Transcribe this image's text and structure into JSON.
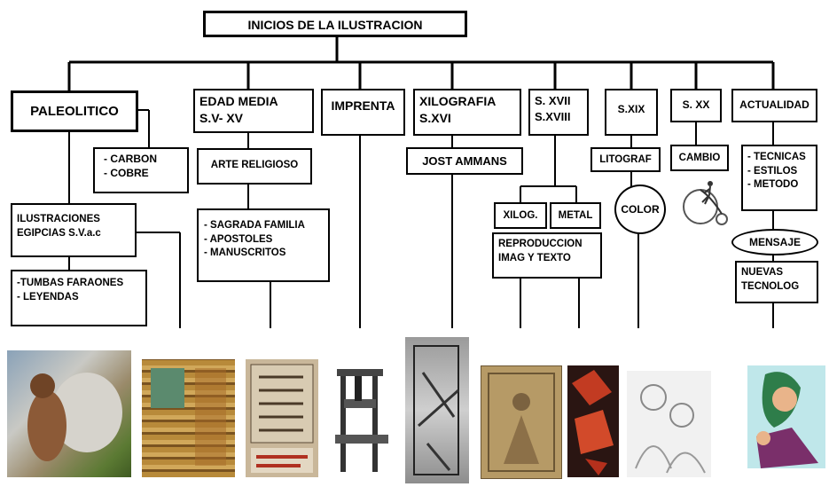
{
  "root": "INICIOS DE LA ILUSTRACION",
  "periods": {
    "paleolitico": "PALEOLITICO",
    "edad_media": [
      "EDAD MEDIA",
      "S.V- XV"
    ],
    "imprenta": "IMPRENTA",
    "xilografia": [
      "XILOGRAFIA",
      "S.XVI"
    ],
    "s17_18": [
      "S. XVII",
      "S.XVIII"
    ],
    "s19": "S.XIX",
    "s20": "S. XX",
    "actualidad": "ACTUALIDAD"
  },
  "details": {
    "carbon_cobre": [
      "-  CARBON",
      "-  COBRE"
    ],
    "egipcias": [
      "ILUSTRACIONES",
      "EGIPCIAS S.V.a.c"
    ],
    "tumbas": [
      "-TUMBAS FARAONES",
      "- LEYENDAS"
    ],
    "arte_religioso": "ARTE RELIGIOSO",
    "religioso_items": [
      "- SAGRADA FAMILIA",
      "- APOSTOLES",
      "- MANUSCRITOS"
    ],
    "jost": "JOST AMMANS",
    "xilog": "XILOG.",
    "metal": "METAL",
    "reproduccion": [
      "REPRODUCCION",
      "IMAG Y TEXTO"
    ],
    "litograf": "LITOGRAF",
    "color": "COLOR",
    "cambio": "CAMBIO",
    "actual_items": [
      "- TECNICAS",
      "- ESTILOS",
      "- METODO"
    ],
    "mensaje": "MENSAJE",
    "nuevas": [
      "NUEVAS",
      "TECNOLOG"
    ]
  }
}
